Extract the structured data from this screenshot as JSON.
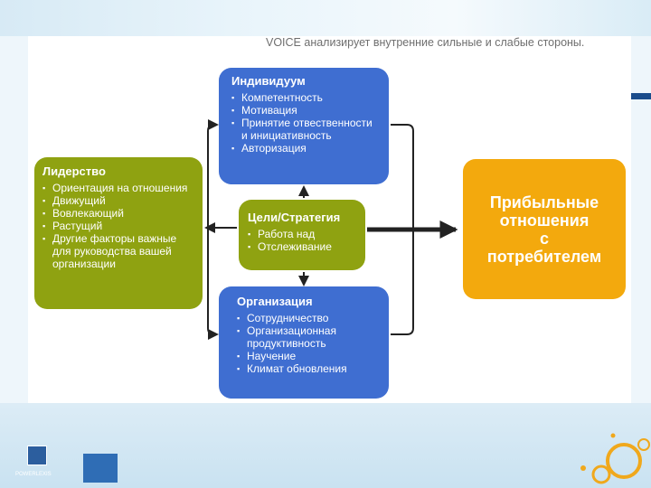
{
  "header": {
    "caption": "VOICE анализирует внутренние сильные и слабые стороны."
  },
  "boxes": {
    "individual": {
      "title": "Индивидуум",
      "items": [
        "Компетентность",
        "Мотивация",
        "Принятие отвественности и инициативность",
        "Авторизация"
      ]
    },
    "leadership": {
      "title": "Лидерство",
      "items": [
        "Ориентация на отношения",
        "Движущий",
        "Вовлекающий",
        "Растущий",
        "Другие факторы важные для руководства вашей организации"
      ]
    },
    "goals": {
      "title": "Цели/Стратегия",
      "items": [
        "Работа над",
        "Отслеживание"
      ]
    },
    "organization": {
      "title": "Организация",
      "items": [
        "Сотрудничество",
        "Организационная продуктивность",
        "Научение",
        "Климат обновления"
      ]
    },
    "profit": {
      "text": "Прибыльные\nотношения\nс\nпотребителем"
    }
  },
  "footer": {
    "logo_text": "POWERLEXIS"
  },
  "colors": {
    "blue": "#3f6ed1",
    "olive": "#8fa211",
    "gold": "#f3a90d",
    "connector": "#222222"
  }
}
